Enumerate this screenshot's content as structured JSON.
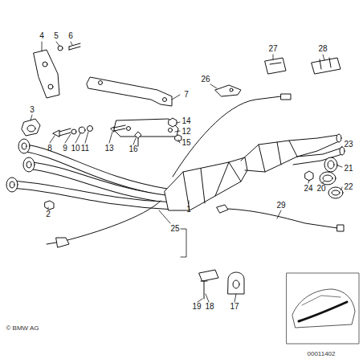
{
  "diagram": {
    "labels": [
      "4",
      "5",
      "6",
      "3",
      "8",
      "9",
      "10",
      "11",
      "13",
      "16",
      "7",
      "14",
      "12",
      "15",
      "27",
      "28",
      "26",
      "23",
      "21",
      "22",
      "24",
      "20",
      "2",
      "1",
      "25",
      "29",
      "19",
      "18",
      "17",
      "© BMW AG",
      "00011402"
    ]
  }
}
